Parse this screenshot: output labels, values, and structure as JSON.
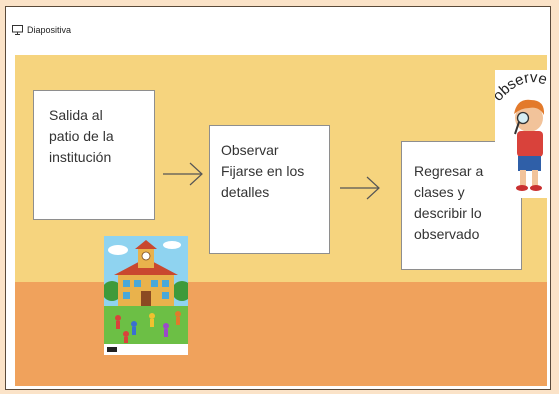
{
  "header": {
    "title": "Diapositiva",
    "icon": "monitor-icon"
  },
  "slide": {
    "colors": {
      "wall": "#f6d47e",
      "floor": "#f0a25c"
    },
    "steps": [
      {
        "lines": [
          "Salida al",
          "patio de la",
          "institución"
        ]
      },
      {
        "lines": [
          "Observar",
          "Fijarse en los",
          "detalles"
        ]
      },
      {
        "lines": [
          "Regresar a",
          "clases y",
          "describir lo",
          "observado"
        ]
      }
    ],
    "observe_label": "observe"
  }
}
